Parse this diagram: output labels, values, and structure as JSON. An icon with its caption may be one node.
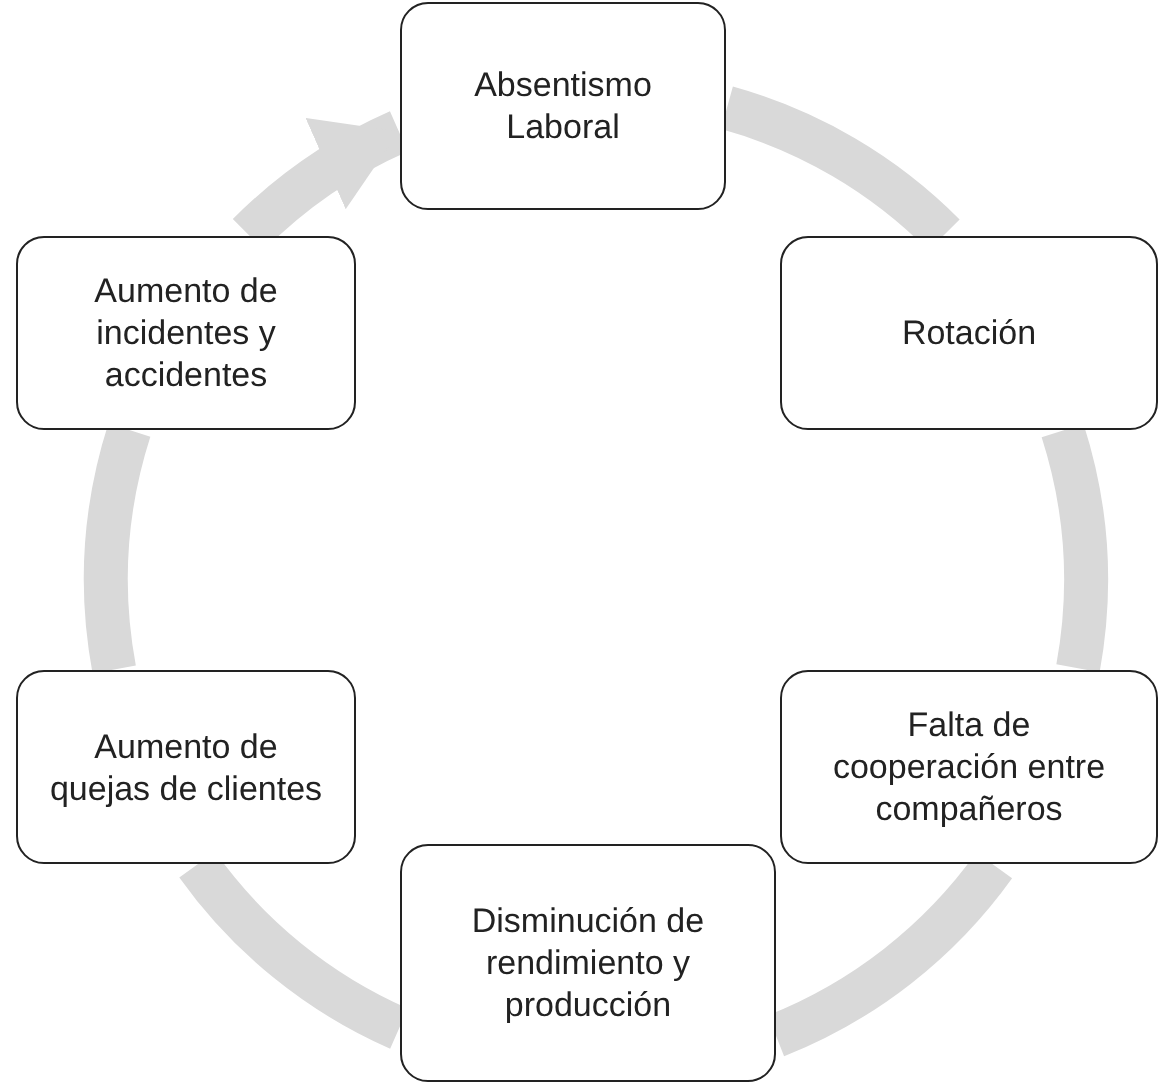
{
  "diagram": {
    "nodes": [
      {
        "text": [
          "Absentismo Laboral"
        ]
      },
      {
        "text": [
          "Rotación"
        ]
      },
      {
        "text": [
          "Falta de cooperación entre compañeros"
        ]
      },
      {
        "text": [
          "Disminución de rendimiento y producción"
        ]
      },
      {
        "text": [
          "Aumento de quejas de clientes"
        ]
      },
      {
        "text": [
          "Aumento de incidentes y accidentes"
        ]
      }
    ],
    "edges": [
      {
        "from": 0,
        "to": 1,
        "arrow": "none"
      },
      {
        "from": 1,
        "to": 2,
        "arrow": "none"
      },
      {
        "from": 2,
        "to": 3,
        "arrow": "none"
      },
      {
        "from": 3,
        "to": 4,
        "arrow": "none"
      },
      {
        "from": 4,
        "to": 5,
        "arrow": "none"
      },
      {
        "from": 5,
        "to": 0,
        "arrow": "to"
      }
    ]
  }
}
